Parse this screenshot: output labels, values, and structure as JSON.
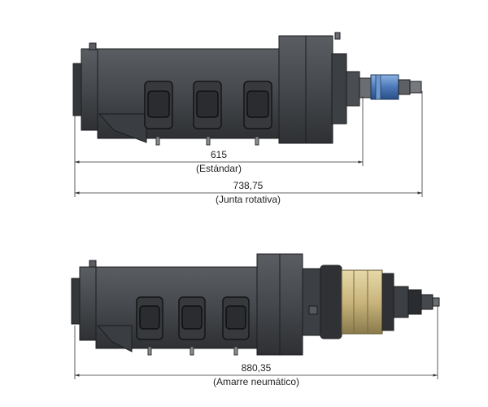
{
  "dimensions": [
    {
      "value": "615",
      "caption": "(Estándar)"
    },
    {
      "value": "738,75",
      "caption": "(Junta rotativa)"
    },
    {
      "value": "880,35",
      "caption": "(Amarre neumático)"
    }
  ],
  "colors": {
    "body_dark": "#3f4246",
    "body_mid": "#55585d",
    "edge": "#1c1d1f",
    "accent_blue": "#4a78b8",
    "accent_gold": "#c9b57c",
    "dimension_line": "#333333"
  }
}
